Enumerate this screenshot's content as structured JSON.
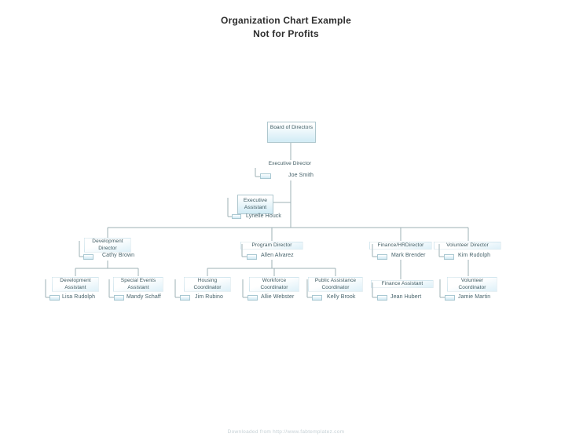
{
  "title": {
    "line1": "Organization Chart Example",
    "line2": "Not for Profits"
  },
  "nodes": {
    "board": {
      "role": "Board of Directors"
    },
    "executive_director": {
      "role": "Executive Director",
      "name": "Joe Smith"
    },
    "executive_assistant": {
      "role": "Executive Assistant",
      "name": "Lynelle Houck"
    },
    "development_director": {
      "role": "Development Director",
      "name": "Cathy Brown"
    },
    "program_director": {
      "role": "Program Director",
      "name": "Allen Alvarez"
    },
    "finance_hr_director": {
      "role": "Finance/HRDirector",
      "name": "Mark Brender"
    },
    "volunteer_director": {
      "role": "Volunteer Director",
      "name": "Kim Rudolph"
    },
    "development_assistant": {
      "role": "Development Assistant",
      "name": "Lisa Rudolph"
    },
    "special_events_assistant": {
      "role": "Special Events Assistant",
      "name": "Mandy Schaff"
    },
    "housing_coordinator": {
      "role": "Housing Coordinator",
      "name": "Jim Rubino"
    },
    "workforce_coordinator": {
      "role": "Workforce Coordinator",
      "name": "Allie Webster"
    },
    "public_assistance_coordinator": {
      "role": "Public Assistance Coordinator",
      "name": "Kelly Brook"
    },
    "finance_assistant": {
      "role": "Finance Assistant",
      "name": "Jean Hubert"
    },
    "volunteer_coordinator": {
      "role": "Volunteer Coordinator",
      "name": "Jamie Martin"
    }
  },
  "footer": {
    "watermark": "Downloaded from http://www.fabtemplatez.com"
  },
  "colors": {
    "box_fill_bottom": "#d5edf6",
    "box_border": "#aec7ce",
    "connector_line": "#9db1b6",
    "role_text": "#3c585f",
    "name_text": "#47636b",
    "title_text": "#2e2e2e",
    "watermark_text": "#c6d1d6"
  }
}
